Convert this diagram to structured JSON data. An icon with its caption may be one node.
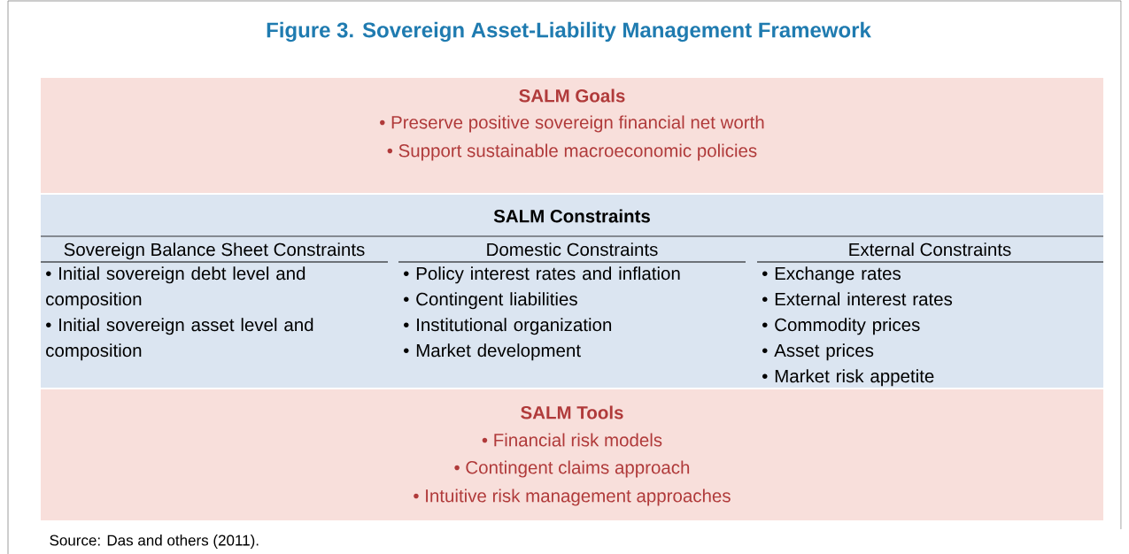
{
  "diagram": {
    "title": "Figure 3. Sovereign Asset-Liability Management Framework",
    "caption": "Source: Das and others (2011).",
    "nodes": [
      {
        "text": [
          "SALM Goals",
          "• Preserve positive sovereign financial net worth",
          "• Support sustainable macroeconomic policies"
        ]
      },
      {
        "text": [
          "SALM Constraints"
        ]
      },
      {
        "text": [
          "Sovereign Balance Sheet Constraints",
          "• Initial sovereign debt level and composition",
          "• Initial sovereign asset level and composition"
        ],
        "in": 1
      },
      {
        "text": [
          "Domestic Constraints",
          "• Policy interest rates and inflation",
          "• Contingent liabilities",
          "• Institutional organization",
          "• Market development"
        ],
        "in": 1
      },
      {
        "text": [
          "External Constraints",
          "• Exchange rates",
          "• External interest rates",
          "• Commodity prices",
          "• Asset prices",
          "• Market risk appetite"
        ],
        "in": 1
      },
      {
        "text": [
          "SALM Tools",
          "• Financial risk models",
          "• Contingent claims approach",
          "• Intuitive risk management approaches"
        ]
      }
    ]
  }
}
